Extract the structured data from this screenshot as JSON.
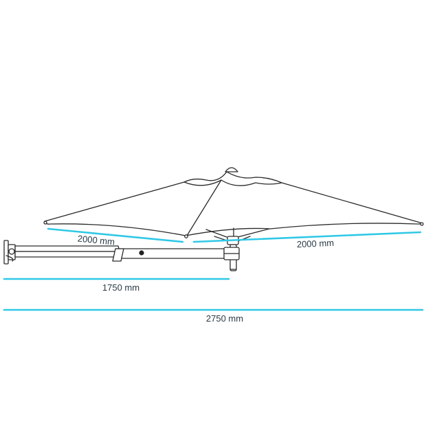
{
  "dimensions": {
    "canopy_left": "2000 mm",
    "canopy_right": "2000 mm",
    "arm_length": "1750 mm",
    "overall_length": "2750 mm"
  },
  "colors": {
    "dimension_line": "#2fc8e6",
    "outline": "#2a2a2a",
    "label_text": "#2a3a46",
    "background": "#ffffff"
  }
}
